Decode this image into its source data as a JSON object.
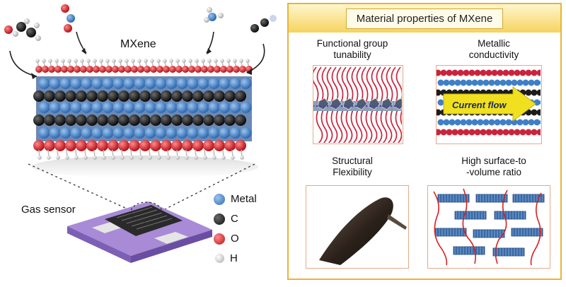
{
  "left": {
    "title": "MXene",
    "device_label": "Gas sensor",
    "legend": [
      {
        "label": "Metal",
        "color": "#3f7fc7"
      },
      {
        "label": "C",
        "color": "#1c1c1c"
      },
      {
        "label": "O",
        "color": "#d9262c"
      },
      {
        "label": "H",
        "color": "#d7d7d7"
      }
    ]
  },
  "right": {
    "header": "Material properties of MXene",
    "properties": [
      {
        "label_line1": "Functional group",
        "label_line2": "tunability"
      },
      {
        "label_line1": "Metallic",
        "label_line2": "conductivity",
        "arrow_text": "Current flow"
      },
      {
        "label_line1": "Structural",
        "label_line2": "Flexibility"
      },
      {
        "label_line1": "High surface-to",
        "label_line2": "-volume ratio"
      }
    ]
  },
  "colors": {
    "metal": "#3f7fc7",
    "carbon": "#1c1c1c",
    "oxygen": "#d9262c",
    "hydrogen": "#d7d7d7",
    "panel_border": "#e6b43a",
    "substrate": "#9b7fd0",
    "arrow": "#f0e020"
  }
}
